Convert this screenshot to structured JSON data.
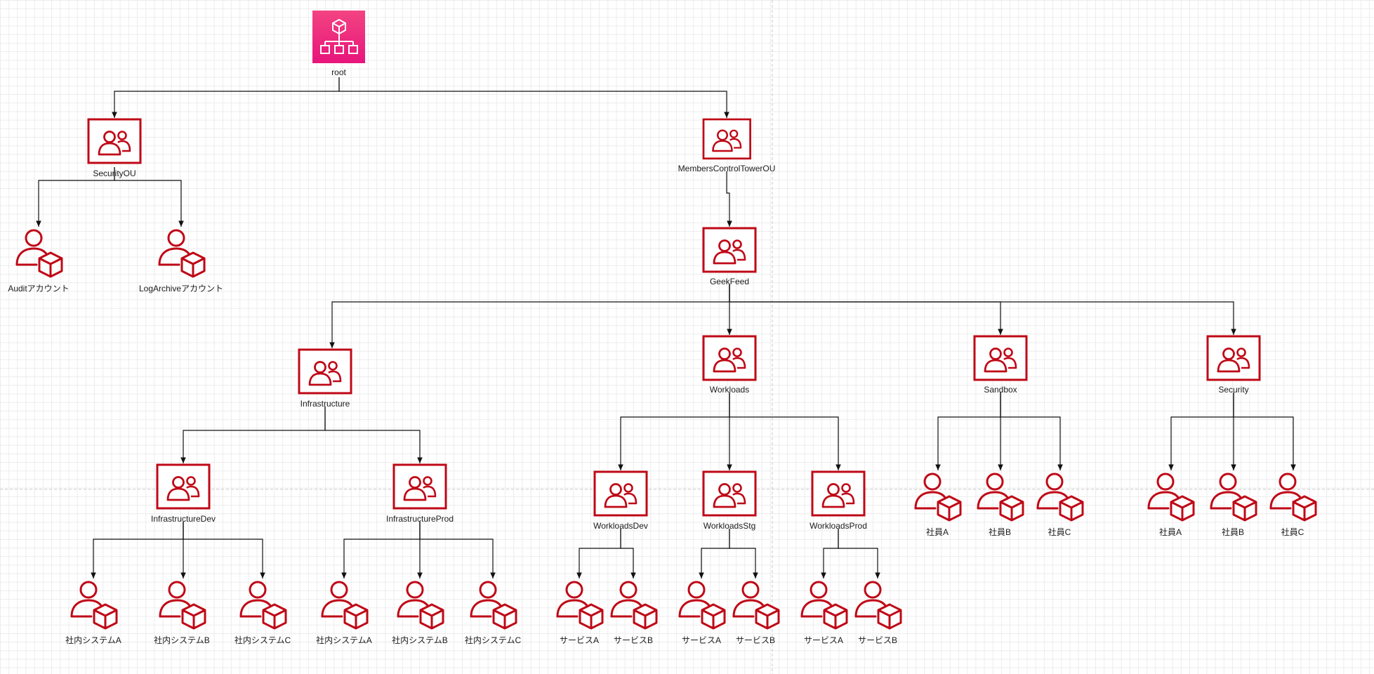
{
  "colors": {
    "org_icon_bg": "#e7157b",
    "org_icon_bg_top": "#f34482",
    "ou_icon": "#bf0816",
    "account_icon": "#bf0816",
    "edge": "#111111",
    "page_break": "#c9c9c9"
  },
  "nodes": {
    "root": {
      "label": "root",
      "type": "organizations",
      "icon": "organization-icon"
    },
    "security_ou": {
      "label": "SecurityOU",
      "type": "ou",
      "icon": "organizational-unit-icon"
    },
    "audit": {
      "label": "Auditアカウント",
      "type": "account",
      "icon": "account-icon"
    },
    "logarchive": {
      "label": "LogArchiveアカウント",
      "type": "account",
      "icon": "account-icon"
    },
    "members_ou": {
      "label": "MembersControlTowerOU",
      "type": "ou",
      "icon": "organizational-unit-icon"
    },
    "geekfeed": {
      "label": "GeekFeed",
      "type": "ou",
      "icon": "organizational-unit-icon"
    },
    "infrastructure": {
      "label": "Infrastructure",
      "type": "ou",
      "icon": "organizational-unit-icon"
    },
    "workloads": {
      "label": "Workloads",
      "type": "ou",
      "icon": "organizational-unit-icon"
    },
    "sandbox": {
      "label": "Sandbox",
      "type": "ou",
      "icon": "organizational-unit-icon"
    },
    "security": {
      "label": "Security",
      "type": "ou",
      "icon": "organizational-unit-icon"
    },
    "infra_dev": {
      "label": "InfrastructureDev",
      "type": "ou",
      "icon": "organizational-unit-icon"
    },
    "infra_prod": {
      "label": "InfrastructureProd",
      "type": "ou",
      "icon": "organizational-unit-icon"
    },
    "wl_dev": {
      "label": "WorkloadsDev",
      "type": "ou",
      "icon": "organizational-unit-icon"
    },
    "wl_stg": {
      "label": "WorkloadsStg",
      "type": "ou",
      "icon": "organizational-unit-icon"
    },
    "wl_prod": {
      "label": "WorkloadsProd",
      "type": "ou",
      "icon": "organizational-unit-icon"
    },
    "sb_a": {
      "label": "社員A",
      "type": "account",
      "icon": "account-icon"
    },
    "sb_b": {
      "label": "社員B",
      "type": "account",
      "icon": "account-icon"
    },
    "sb_c": {
      "label": "社員C",
      "type": "account",
      "icon": "account-icon"
    },
    "sec_a": {
      "label": "社員A",
      "type": "account",
      "icon": "account-icon"
    },
    "sec_b": {
      "label": "社員B",
      "type": "account",
      "icon": "account-icon"
    },
    "sec_c": {
      "label": "社員C",
      "type": "account",
      "icon": "account-icon"
    },
    "idev_a": {
      "label": "社内システムA",
      "type": "account",
      "icon": "account-icon"
    },
    "idev_b": {
      "label": "社内システムB",
      "type": "account",
      "icon": "account-icon"
    },
    "idev_c": {
      "label": "社内システムC",
      "type": "account",
      "icon": "account-icon"
    },
    "iprod_a": {
      "label": "社内システムA",
      "type": "account",
      "icon": "account-icon"
    },
    "iprod_b": {
      "label": "社内システムB",
      "type": "account",
      "icon": "account-icon"
    },
    "iprod_c": {
      "label": "社内システムC",
      "type": "account",
      "icon": "account-icon"
    },
    "wdev_a": {
      "label": "サービスA",
      "type": "account",
      "icon": "account-icon"
    },
    "wdev_b": {
      "label": "サービスB",
      "type": "account",
      "icon": "account-icon"
    },
    "wstg_a": {
      "label": "サービスA",
      "type": "account",
      "icon": "account-icon"
    },
    "wstg_b": {
      "label": "サービスB",
      "type": "account",
      "icon": "account-icon"
    },
    "wprod_a": {
      "label": "サービスA",
      "type": "account",
      "icon": "account-icon"
    },
    "wprod_b": {
      "label": "サービスB",
      "type": "account",
      "icon": "account-icon"
    }
  },
  "edges": [
    [
      "root",
      "security_ou"
    ],
    [
      "root",
      "members_ou"
    ],
    [
      "security_ou",
      "audit"
    ],
    [
      "security_ou",
      "logarchive"
    ],
    [
      "members_ou",
      "geekfeed"
    ],
    [
      "geekfeed",
      "infrastructure"
    ],
    [
      "geekfeed",
      "workloads"
    ],
    [
      "geekfeed",
      "sandbox"
    ],
    [
      "geekfeed",
      "security"
    ],
    [
      "infrastructure",
      "infra_dev"
    ],
    [
      "infrastructure",
      "infra_prod"
    ],
    [
      "workloads",
      "wl_dev"
    ],
    [
      "workloads",
      "wl_stg"
    ],
    [
      "workloads",
      "wl_prod"
    ],
    [
      "sandbox",
      "sb_a"
    ],
    [
      "sandbox",
      "sb_b"
    ],
    [
      "sandbox",
      "sb_c"
    ],
    [
      "security",
      "sec_a"
    ],
    [
      "security",
      "sec_b"
    ],
    [
      "security",
      "sec_c"
    ],
    [
      "infra_dev",
      "idev_a"
    ],
    [
      "infra_dev",
      "idev_b"
    ],
    [
      "infra_dev",
      "idev_c"
    ],
    [
      "infra_prod",
      "iprod_a"
    ],
    [
      "infra_prod",
      "iprod_b"
    ],
    [
      "infra_prod",
      "iprod_c"
    ],
    [
      "wl_dev",
      "wdev_a"
    ],
    [
      "wl_dev",
      "wdev_b"
    ],
    [
      "wl_stg",
      "wstg_a"
    ],
    [
      "wl_stg",
      "wstg_b"
    ],
    [
      "wl_prod",
      "wprod_a"
    ],
    [
      "wl_prod",
      "wprod_b"
    ]
  ]
}
